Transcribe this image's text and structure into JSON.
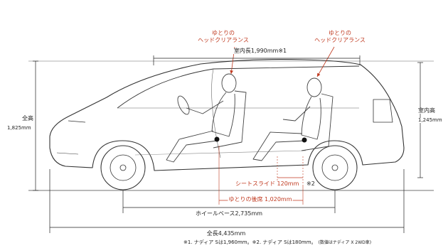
{
  "colors": {
    "accent_red": "#c0391f",
    "ink": "#222222",
    "background": "#ffffff"
  },
  "head_clearance_front": [
    "ゆとりの",
    "ヘッドクリアランス"
  ],
  "head_clearance_rear": [
    "ゆとりの",
    "ヘッドクリアランス"
  ],
  "interior_length": "室内長1,990mm※1",
  "overall_height": [
    "全高",
    "1,825mm"
  ],
  "interior_height": [
    "室内高",
    "1,245mm"
  ],
  "seat_slide": "シートスライド 120mm",
  "seat_slide_note": "※2",
  "rear_legroom": "ゆとりの後席 1,020mm",
  "wheelbase": "ホイールベース2,735mm",
  "overall_length": "全長4,435mm",
  "footnote": {
    "main": "※1. ナディア Sは1,960mm。※2. ナディア Sは180mm。",
    "note": "(数値はナディア X 2WD車)"
  }
}
